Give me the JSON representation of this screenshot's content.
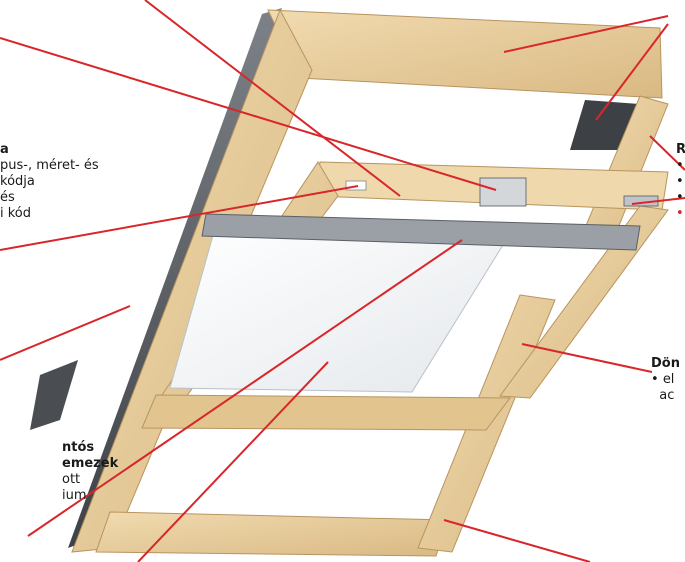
{
  "labels": {
    "top_left": {
      "title": "a",
      "lines": [
        "pus-, méret- és",
        "kódja",
        "és",
        "i kód"
      ]
    },
    "left_lower": {
      "title_lines": [
        "ntós",
        "emezek"
      ],
      "lines": [
        "ott",
        "ium"
      ]
    },
    "right_top": {
      "title": "R",
      "bullets": [
        "",
        "",
        "",
        ""
      ]
    },
    "right_mid": {
      "title": "Dön",
      "lines": [
        "el",
        "ac"
      ]
    }
  },
  "colors": {
    "leader_line": "#d8262a",
    "wood": "#e9cf9f",
    "wood_dark": "#cfae76",
    "flashing": "#555a60",
    "glass": "#f2f4f6"
  }
}
